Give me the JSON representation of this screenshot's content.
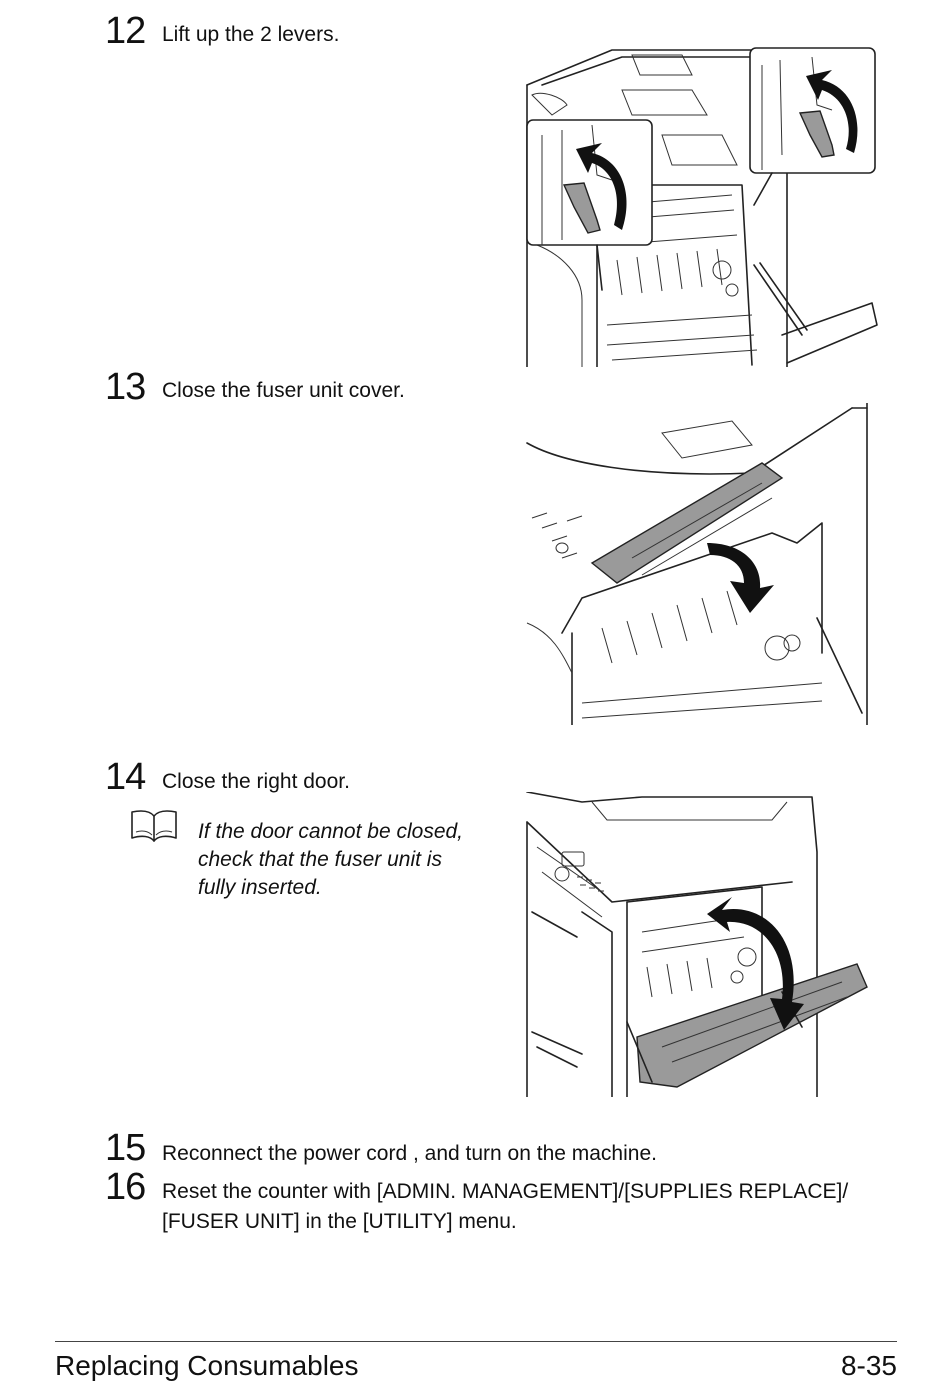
{
  "steps": [
    {
      "number": "12",
      "text": "Lift up the 2 levers."
    },
    {
      "number": "13",
      "text": "Close the fuser unit cover."
    },
    {
      "number": "14",
      "text": "Close the right door."
    },
    {
      "number": "15",
      "text": "Reconnect the power cord , and turn on the machine."
    },
    {
      "number": "16",
      "text_line1": "Reset the counter with [ADMIN. MANAGEMENT]/[SUPPLIES REPLACE]/",
      "text_line2": "[FUSER UNIT] in the [UTILITY] menu."
    }
  ],
  "note": {
    "icon": "book-icon",
    "line1": "If the door cannot be closed,",
    "line2": "check that the fuser unit is",
    "line3": "fully inserted."
  },
  "footer": {
    "section": "Replacing Consumables",
    "page": "8-35"
  }
}
